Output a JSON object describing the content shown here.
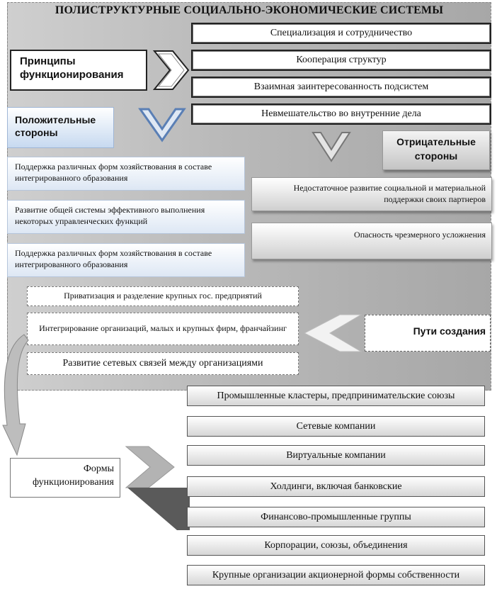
{
  "title": "ПОЛИСТРУКТУРНЫЕ СОЦИАЛЬНО-ЭКОНОМИЧЕСКИЕ СИСТЕМЫ",
  "principles": {
    "label": "Принципы функционирования",
    "items": [
      "Специализация  и сотрудничество",
      "Кооперация  структур",
      "Взаимная  заинтересованность подсистем",
      "Невмешательство  во внутренние дела"
    ]
  },
  "positive": {
    "label": "Положительные стороны",
    "items": [
      "Поддержка различных форм хозяйствования в составе интегрированного образования",
      "Развитие общей системы эффективного выполнения некоторых управленческих функций",
      "Поддержка различных форм хозяйствования в составе интегрированного образования"
    ]
  },
  "negative": {
    "label": "Отрицательные стороны",
    "items": [
      "Недостаточное развитие социальной и материальной поддержки своих партнеров",
      "Опасность чрезмерного усложнения"
    ]
  },
  "ways": {
    "label": "Пути создания",
    "items": [
      "Приватизация и разделение крупных гос. предприятий",
      "Интегрирование организаций,  малых и крупных фирм, франчайзинг",
      "Развитие сетевых связей между организациями"
    ]
  },
  "forms": {
    "label": "Формы функционирования",
    "items": [
      "Промышленные кластеры, предпринимательские союзы",
      "Сетевые компании",
      "Виртуальные компании",
      "Холдинги, включая банковские",
      "Финансово-промышленные группы",
      "Корпорации, союзы, объединения",
      "Крупные организации акционерной формы собственности"
    ]
  }
}
